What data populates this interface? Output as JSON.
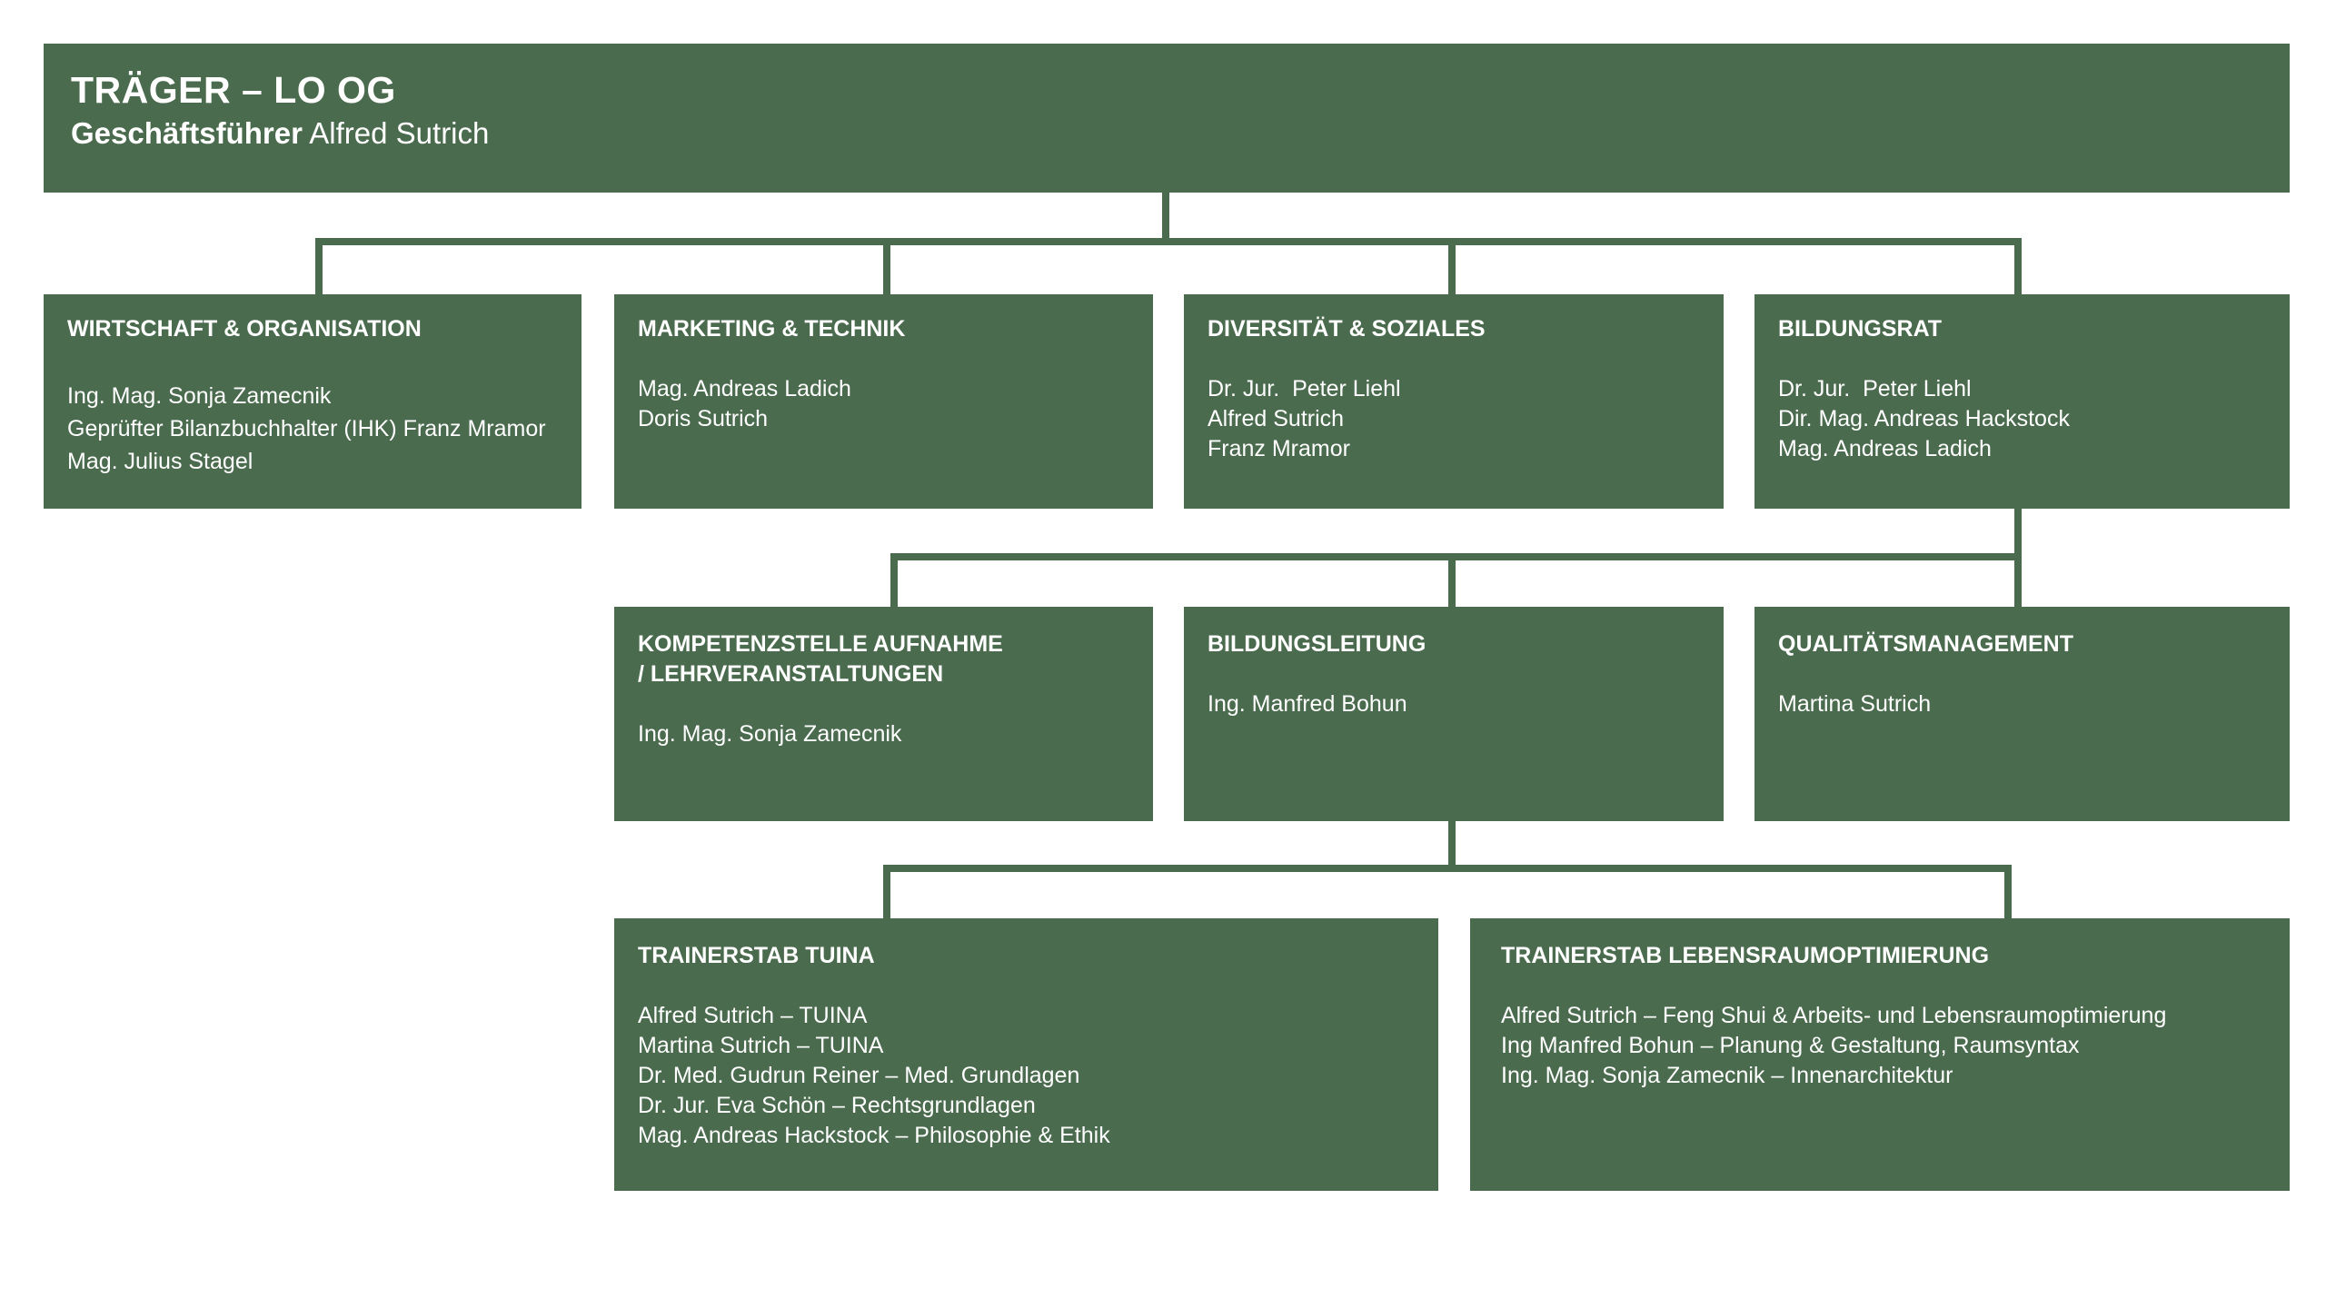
{
  "top": {
    "title": "TRÄGER – LO OG",
    "role": "Geschäftsführer",
    "name": "Alfred Sutrich"
  },
  "units": [
    {
      "title": "WIRTSCHAFT & ORGANISATION",
      "members": [
        "Ing. Mag. Sonja Zamecnik",
        "Geprüfter Bilanzbuchhalter (IHK) Franz Mramor",
        "Mag. Julius Stagel"
      ]
    },
    {
      "title": "MARKETING & TECHNIK",
      "members": [
        "Mag. Andreas Ladich",
        "Doris Sutrich"
      ]
    },
    {
      "title": "DIVERSITÄT & SOZIALES",
      "members": [
        "Dr. Jur.  Peter Liehl",
        "Alfred Sutrich",
        "Franz Mramor"
      ]
    },
    {
      "title": "BILDUNGSRAT",
      "members": [
        "Dr. Jur.  Peter Liehl",
        "Dir. Mag. Andreas Hackstock",
        "Mag. Andreas Ladich"
      ]
    },
    {
      "title": "KOMPETENZSTELLE AUFNAHME / LEHRVERANSTALTUNGEN",
      "title_line1": "KOMPETENZSTELLE AUFNAHME",
      "title_line2": "/ LEHRVERANSTALTUNGEN",
      "members": [
        "Ing. Mag. Sonja Zamecnik"
      ]
    },
    {
      "title": "BILDUNGSLEITUNG",
      "members": [
        "Ing. Manfred Bohun"
      ]
    },
    {
      "title": "QUALITÄTSMANAGEMENT",
      "members": [
        "Martina Sutrich"
      ]
    },
    {
      "title": "TRAINERSTAB TUINA",
      "members": [
        "Alfred Sutrich – TUINA",
        "Martina Sutrich – TUINA",
        "Dr. Med. Gudrun Reiner – Med. Grundlagen",
        "Dr. Jur. Eva Schön – Rechtsgrundlagen",
        "Mag. Andreas Hackstock – Philosophie & Ethik"
      ]
    },
    {
      "title": "TRAINERSTAB LEBENSRAUMOPTIMIERUNG",
      "members": [
        "Alfred Sutrich – Feng Shui & Arbeits- und Lebensraumoptimierung",
        "Ing Manfred Bohun – Planung & Gestaltung, Raumsyntax",
        "Ing. Mag. Sonja Zamecnik – Innenarchitektur"
      ]
    }
  ],
  "colors": {
    "box": "#4a6b4e",
    "text": "#ffffff",
    "background": "#ffffff"
  }
}
